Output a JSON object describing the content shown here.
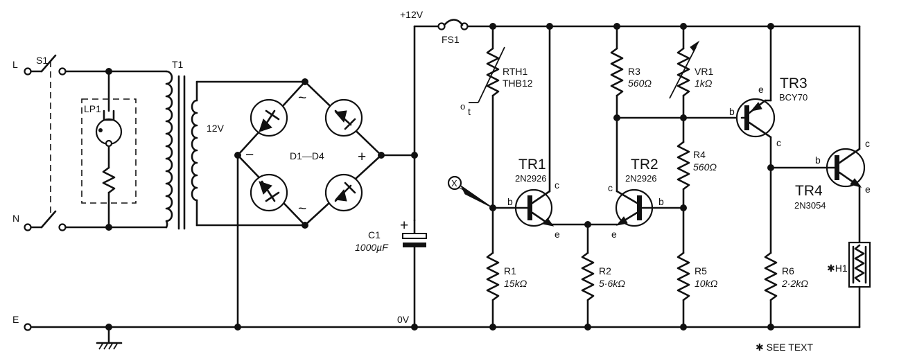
{
  "labels": {
    "supply_pos": "+12V",
    "supply_zero": "0V",
    "live": "L",
    "neutral": "N",
    "earth": "E",
    "switch": "S1",
    "lamp": "LP1",
    "transformer": "T1",
    "secondary": "12V",
    "bridge": "D1—D4",
    "bridge_neg": "−",
    "bridge_pos": "+",
    "ac_top": "~",
    "ac_bottom": "~",
    "fuse": "FS1",
    "thermistor_ref": "RTH1",
    "thermistor_type": "THB12",
    "thermistor_t": "t",
    "thermistor_o": "o",
    "test_point": "X",
    "footnote": "✱ SEE TEXT",
    "heater_ref": "✱H1"
  },
  "capacitor": {
    "ref": "C1",
    "value": "1000µF",
    "polarity": "+"
  },
  "resistors": [
    {
      "ref": "R1",
      "value": "15kΩ"
    },
    {
      "ref": "R2",
      "value": "5·6kΩ"
    },
    {
      "ref": "R3",
      "value": "560Ω"
    },
    {
      "ref": "R4",
      "value": "560Ω"
    },
    {
      "ref": "R5",
      "value": "10kΩ"
    },
    {
      "ref": "R6",
      "value": "2·2kΩ"
    }
  ],
  "preset": {
    "ref": "VR1",
    "value": "1kΩ"
  },
  "transistors": [
    {
      "ref": "TR1",
      "type": "2N2926",
      "b": "b",
      "c": "c",
      "e": "e"
    },
    {
      "ref": "TR2",
      "type": "2N2926",
      "b": "b",
      "c": "c",
      "e": "e"
    },
    {
      "ref": "TR3",
      "type": "BCY70",
      "b": "b",
      "c": "c",
      "e": "e"
    },
    {
      "ref": "TR4",
      "type": "2N3054",
      "b": "b",
      "c": "c",
      "e": "e"
    }
  ]
}
